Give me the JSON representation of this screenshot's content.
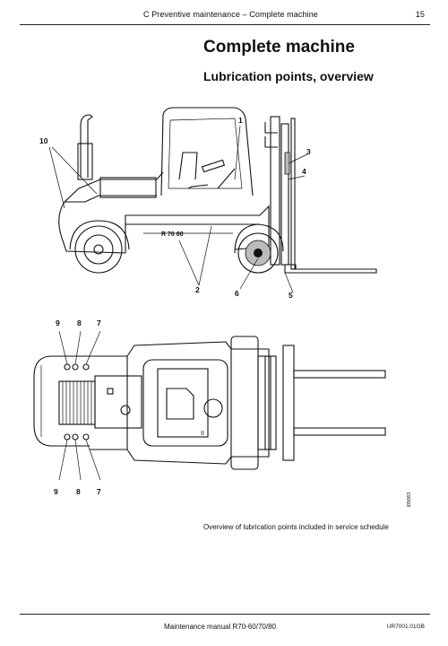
{
  "header": {
    "title": "C Preventive maintenance – Complete machine",
    "page_number": "15"
  },
  "title": "Complete machine",
  "subtitle": "Lubrication points, overview",
  "side_view": {
    "callouts": [
      "1",
      "2",
      "3",
      "4",
      "5",
      "6",
      "10"
    ],
    "model_badge": "R 70 80"
  },
  "top_view": {
    "callouts_top": [
      "9",
      "8",
      "7"
    ],
    "callouts_bottom": [
      "9",
      "8",
      "7"
    ],
    "cab_label": "II"
  },
  "figure_code": "0305063",
  "caption": "Overview of lubrication points included in service schedule",
  "footer": {
    "manual": "Maintenance manual R70-60/70/80",
    "code": "UR7001.01GB"
  },
  "colors": {
    "line": "#111111",
    "shade": "#bbbbbb"
  }
}
